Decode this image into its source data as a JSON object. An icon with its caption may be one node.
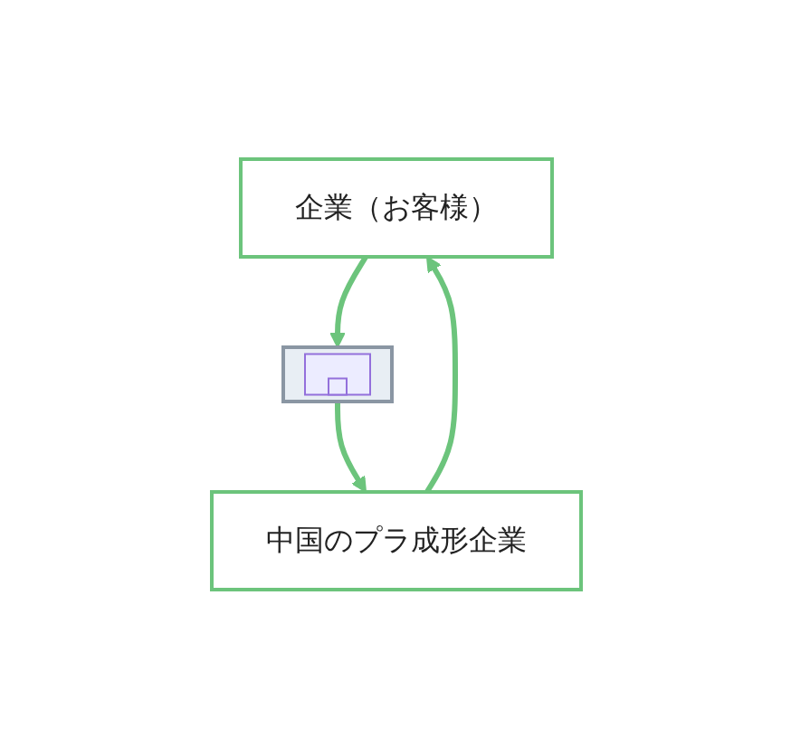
{
  "diagram": {
    "nodes": [
      {
        "text": [
          "企業（お客様）"
        ]
      },
      {
        "text": [
          "中国のプラ成形企業"
        ]
      },
      {
        "text": [],
        "shape": "picture"
      }
    ],
    "edges": [
      {
        "from": 0,
        "to": 2,
        "arrow": "to"
      },
      {
        "from": 2,
        "to": 1,
        "arrow": "to"
      },
      {
        "from": 1,
        "to": 0,
        "arrow": "to"
      }
    ]
  }
}
